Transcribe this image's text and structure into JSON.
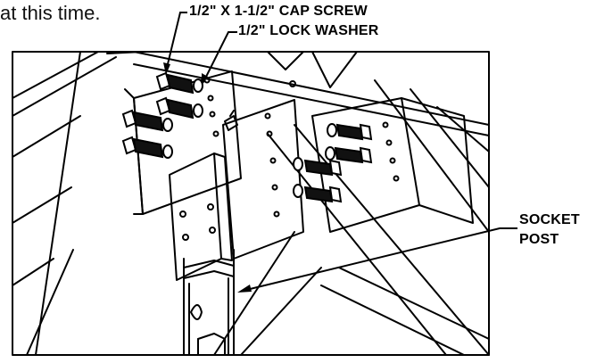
{
  "intro_text": "at this time.",
  "callouts": {
    "cap_screw": "1/2\" X 1-1/2\" CAP SCREW",
    "lock_washer": "1/2\" LOCK WASHER",
    "socket_line1": "SOCKET",
    "socket_line2": "POST"
  }
}
